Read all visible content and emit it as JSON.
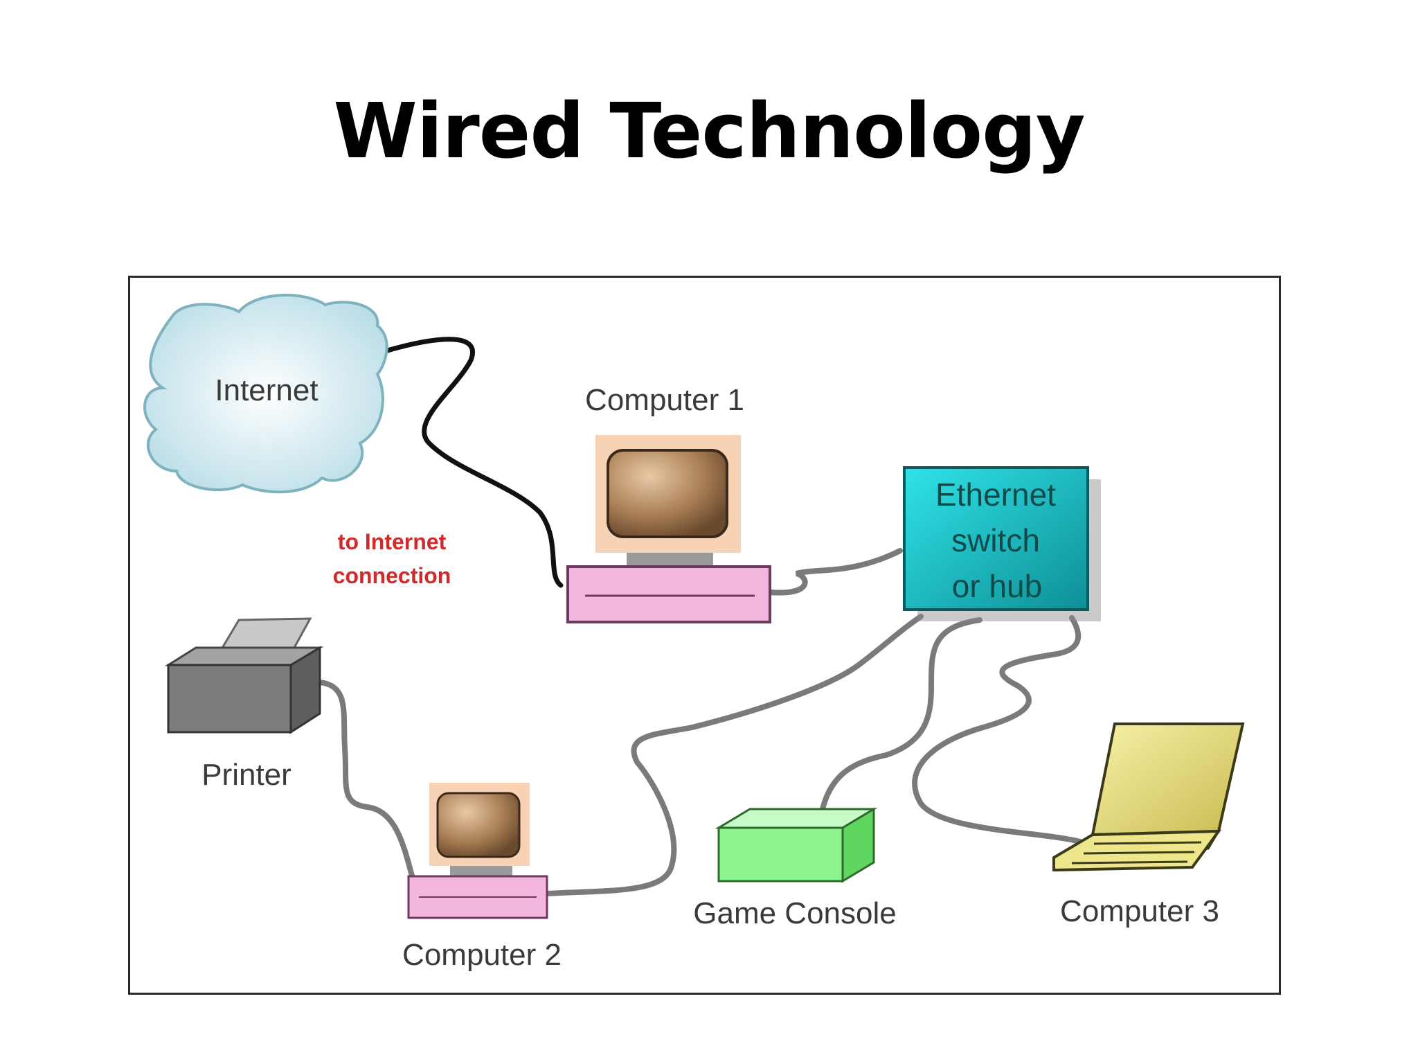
{
  "title": "Wired Technology",
  "diagram": {
    "nodes": {
      "internet": "Internet",
      "computer1": "Computer 1",
      "hub_line1": "Ethernet",
      "hub_line2": "switch",
      "hub_line3": "or hub",
      "printer": "Printer",
      "computer2": "Computer 2",
      "game_console": "Game Console",
      "computer3": "Computer 3"
    },
    "annotation_line1": "to Internet",
    "annotation_line2": "connection"
  },
  "colors": {
    "cloud": "#cfe6ee",
    "monitor_frame": "#f7d2b5",
    "keyboard": "#f2b6df",
    "hub": "#19c3c8",
    "printer": "#7b7b7b",
    "console": "#8ef58e",
    "laptop": "#eee68a",
    "annotation": "#d12a2a"
  }
}
